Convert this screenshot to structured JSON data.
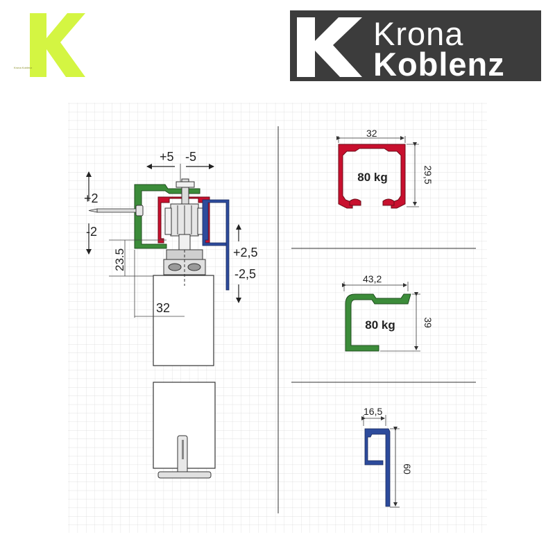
{
  "header": {
    "logo_small_text": "Krona Koblenz",
    "brand_line_1": "Krona",
    "brand_line_2": "Koblenz"
  },
  "colors": {
    "logo_lime": "#d4f542",
    "brand_bg": "#3c3c3c",
    "profile_red": "#c8102e",
    "profile_green": "#2e7d32",
    "profile_blue": "#283e8c"
  },
  "assembly": {
    "adj_horizontal_plus": "+5",
    "adj_horizontal_minus": "-5",
    "adj_depth_plus": "+2",
    "adj_depth_minus": "-2",
    "adj_height_plus": "+2,5",
    "adj_height_minus": "-2,5",
    "dim_height": "23.5",
    "dim_width": "32"
  },
  "profiles": [
    {
      "id": "track-red",
      "width_label": "32",
      "height_label": "29,5",
      "load_label": "80 kg",
      "color": "red"
    },
    {
      "id": "bracket-green",
      "width_label": "43,2",
      "height_label": "39",
      "load_label": "80 kg",
      "color": "green"
    },
    {
      "id": "cover-blue",
      "width_label": "16,5",
      "height_label": "60",
      "color": "blue"
    }
  ]
}
